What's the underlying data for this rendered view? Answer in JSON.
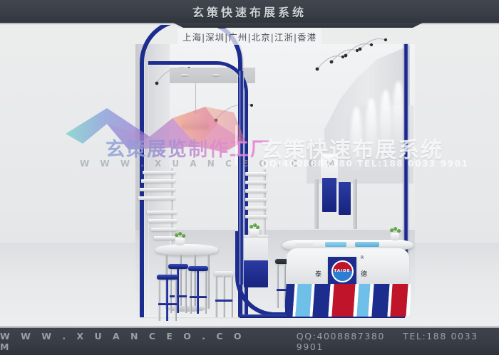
{
  "header": {
    "title": "玄策快速布展系统",
    "cities": "上海|深圳|广州|北京|江浙|香港"
  },
  "footer": {
    "website": "W W W . X U A N C E O . C O M",
    "qq": "QQ:4008887380",
    "tel": "TEL:188 0033 9901"
  },
  "watermark": {
    "left_cn": "玄策展览制作工厂",
    "left_url": "W W W . X U A N C E O . C O M",
    "right_cn": "玄策快速布展系统",
    "right_contact": "QQ:4008887380  TEL:188 0033 9901"
  },
  "booth": {
    "brand": {
      "logo_text": "TAIDE",
      "cn_left": "泰",
      "cn_right": "德",
      "trademark": "R"
    }
  },
  "colors": {
    "frame_blue": "#1d2d8e",
    "accent_red": "#c0142a",
    "accent_light_blue": "#6fc0e8",
    "header_dark": "#3b3f48",
    "wall_grey": "#e9eaec"
  },
  "chart_data": null
}
